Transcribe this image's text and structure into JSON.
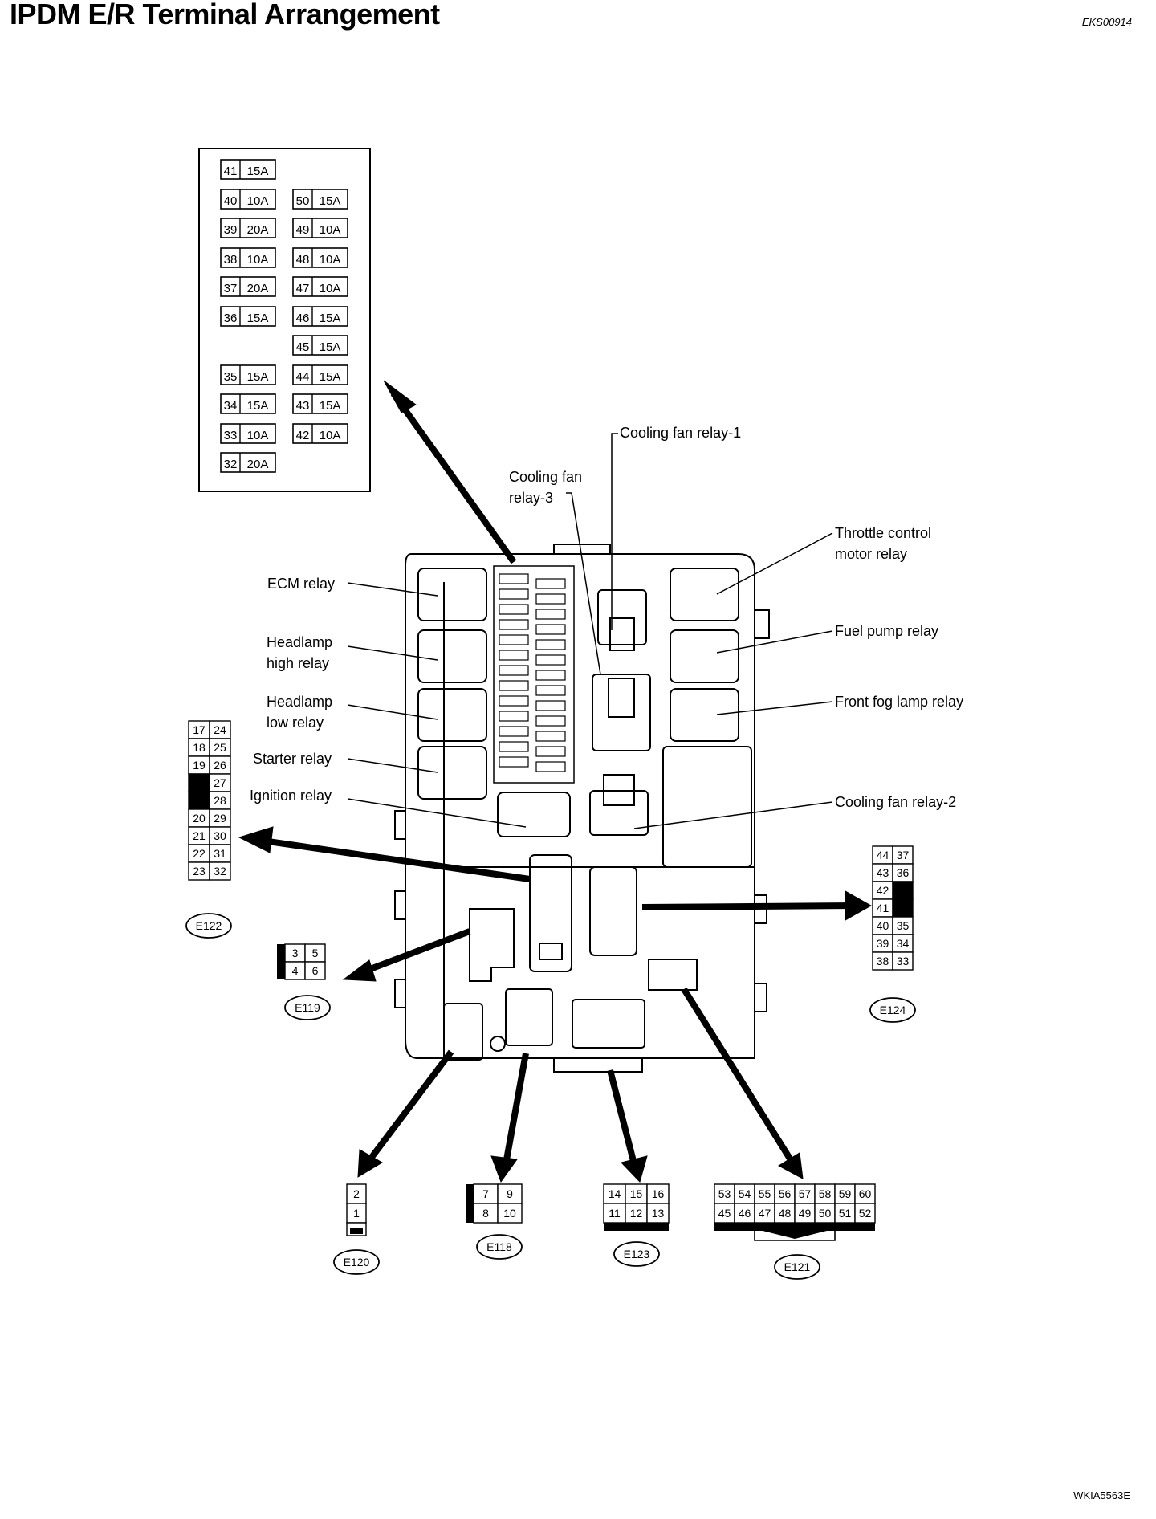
{
  "header": {
    "title": "IPDM E/R Terminal Arrangement",
    "doc_code": "EKS00914",
    "figure_code": "WKIA5563E"
  },
  "fuses": [
    {
      "no": "41",
      "amp": "15A"
    },
    {
      "no": "40",
      "amp": "10A"
    },
    {
      "no": "39",
      "amp": "20A"
    },
    {
      "no": "38",
      "amp": "10A"
    },
    {
      "no": "37",
      "amp": "20A"
    },
    {
      "no": "36",
      "amp": "15A"
    },
    {
      "no": "35",
      "amp": "15A"
    },
    {
      "no": "34",
      "amp": "15A"
    },
    {
      "no": "33",
      "amp": "10A"
    },
    {
      "no": "32",
      "amp": "20A"
    },
    {
      "no": "50",
      "amp": "15A"
    },
    {
      "no": "49",
      "amp": "10A"
    },
    {
      "no": "48",
      "amp": "10A"
    },
    {
      "no": "47",
      "amp": "10A"
    },
    {
      "no": "46",
      "amp": "15A"
    },
    {
      "no": "45",
      "amp": "15A"
    },
    {
      "no": "44",
      "amp": "15A"
    },
    {
      "no": "43",
      "amp": "15A"
    },
    {
      "no": "42",
      "amp": "10A"
    }
  ],
  "relays": {
    "ecm": "ECM relay",
    "headlamp_high_1": "Headlamp",
    "headlamp_high_2": "high relay",
    "headlamp_low_1": "Headlamp",
    "headlamp_low_2": "low relay",
    "starter": "Starter relay",
    "ignition": "Ignition relay",
    "cooling_fan_1": "Cooling fan relay-1",
    "cooling_fan_3_1": "Cooling fan",
    "cooling_fan_3_2": "relay-3",
    "throttle_1": "Throttle control",
    "throttle_2": "motor relay",
    "fuel_pump": "Fuel pump relay",
    "front_fog": "Front fog lamp relay",
    "cooling_fan_2": "Cooling fan relay-2"
  },
  "connectors": {
    "E122": {
      "label": "E122",
      "rows": [
        [
          "17",
          "24"
        ],
        [
          "18",
          "25"
        ],
        [
          "19",
          "26"
        ],
        [
          "",
          "27"
        ],
        [
          "",
          "28"
        ],
        [
          "20",
          "29"
        ],
        [
          "21",
          "30"
        ],
        [
          "22",
          "31"
        ],
        [
          "23",
          "32"
        ]
      ]
    },
    "E119": {
      "label": "E119",
      "rows": [
        [
          "3",
          "5"
        ],
        [
          "4",
          "6"
        ]
      ]
    },
    "E124": {
      "label": "E124",
      "rows": [
        [
          "44",
          "37"
        ],
        [
          "43",
          "36"
        ],
        [
          "42",
          ""
        ],
        [
          "41",
          ""
        ],
        [
          "40",
          "35"
        ],
        [
          "39",
          "34"
        ],
        [
          "38",
          "33"
        ]
      ]
    },
    "E120": {
      "label": "E120",
      "rows": [
        [
          "2"
        ],
        [
          "1"
        ]
      ]
    },
    "E118": {
      "label": "E118",
      "rows": [
        [
          "7",
          "9"
        ],
        [
          "8",
          "10"
        ]
      ]
    },
    "E123": {
      "label": "E123",
      "rows": [
        [
          "14",
          "15",
          "16"
        ],
        [
          "11",
          "12",
          "13"
        ]
      ]
    },
    "E121": {
      "label": "E121",
      "rows": [
        [
          "53",
          "54",
          "55",
          "56",
          "57",
          "58",
          "59",
          "60"
        ],
        [
          "45",
          "46",
          "47",
          "48",
          "49",
          "50",
          "51",
          "52"
        ]
      ]
    }
  }
}
